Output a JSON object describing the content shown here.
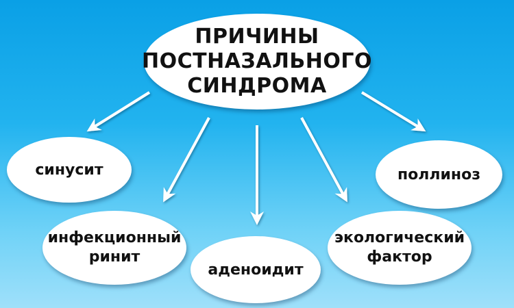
{
  "diagram": {
    "center": {
      "lines": [
        "ПРИЧИНЫ",
        "ПОСТНАЗАЛЬНОГО",
        "СИНДРОМА"
      ]
    },
    "causes": [
      {
        "id": "sinusit",
        "lines": [
          "синусит"
        ]
      },
      {
        "id": "infection",
        "lines": [
          "инфекционный",
          "ринит"
        ]
      },
      {
        "id": "adenoid",
        "lines": [
          "аденоидит"
        ]
      },
      {
        "id": "ecology",
        "lines": [
          "экологический",
          "фактор"
        ]
      },
      {
        "id": "pollinoz",
        "lines": [
          "поллиноз"
        ]
      }
    ]
  },
  "colors": {
    "background_top": "#0aa0e6",
    "background_bottom": "#9fe0fa",
    "node_fill": "#ffffff",
    "arrow": "#ffffff",
    "text": "#111111"
  }
}
